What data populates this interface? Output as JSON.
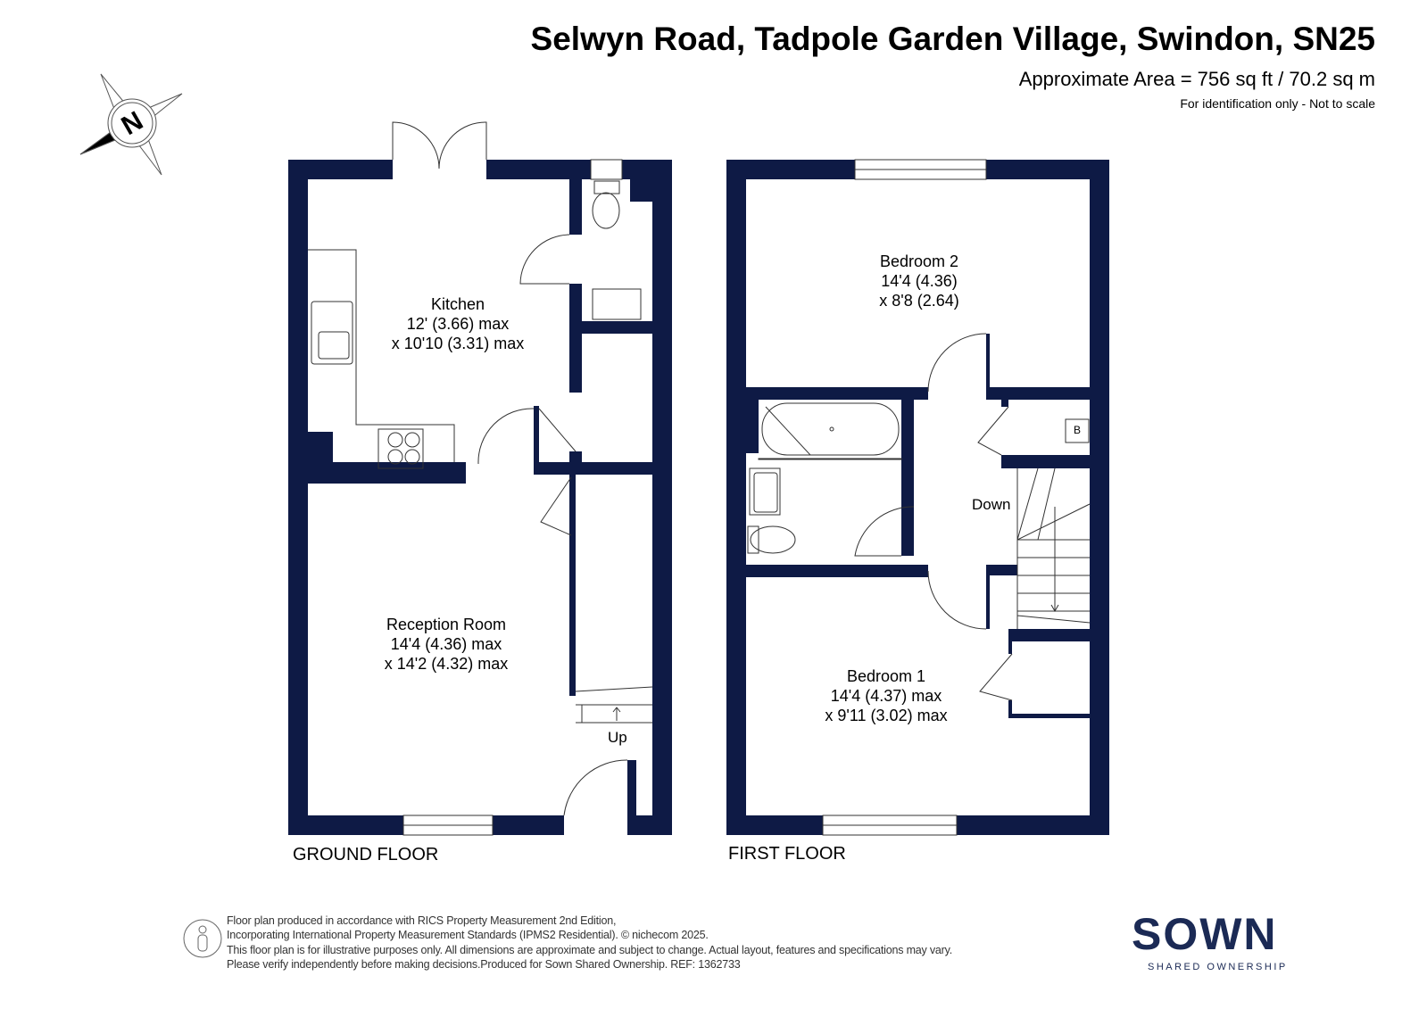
{
  "header": {
    "title": "Selwyn Road, Tadpole Garden Village, Swindon, SN25",
    "area": "Approximate Area = 756 sq ft / 70.2 sq m",
    "note": "For identification only - Not to scale"
  },
  "compass": {
    "label": "N"
  },
  "ground_floor": {
    "label": "GROUND FLOOR",
    "kitchen": {
      "name": "Kitchen",
      "dim1": "12' (3.66) max",
      "dim2": "x 10'10 (3.31) max"
    },
    "reception": {
      "name": "Reception Room",
      "dim1": "14'4 (4.36) max",
      "dim2": "x 14'2 (4.32) max"
    },
    "stairs_label": "Up"
  },
  "first_floor": {
    "label": "FIRST FLOOR",
    "bedroom2": {
      "name": "Bedroom 2",
      "dim1": "14'4 (4.36)",
      "dim2": "x 8'8 (2.64)"
    },
    "bedroom1": {
      "name": "Bedroom 1",
      "dim1": "14'4 (4.37) max",
      "dim2": "x 9'11 (3.02) max"
    },
    "stairs_label": "Down",
    "boiler_label": "B"
  },
  "footer": {
    "line1": "Floor plan produced in accordance with RICS Property Measurement 2nd Edition,",
    "line2": "Incorporating International Property Measurement Standards (IPMS2 Residential).   © nichecom 2025.",
    "line3": "This floor plan is for illustrative purposes only. All dimensions are approximate and subject to change. Actual layout, features and specifications may vary.",
    "line4": "Please verify independently before making decisions.Produced for Sown Shared Ownership.   REF:  1362733"
  },
  "logo": {
    "name": "SOWN",
    "tagline": "SHARED OWNERSHIP"
  },
  "colors": {
    "wall": "#0e1a45",
    "logo": "#1b2a55"
  }
}
